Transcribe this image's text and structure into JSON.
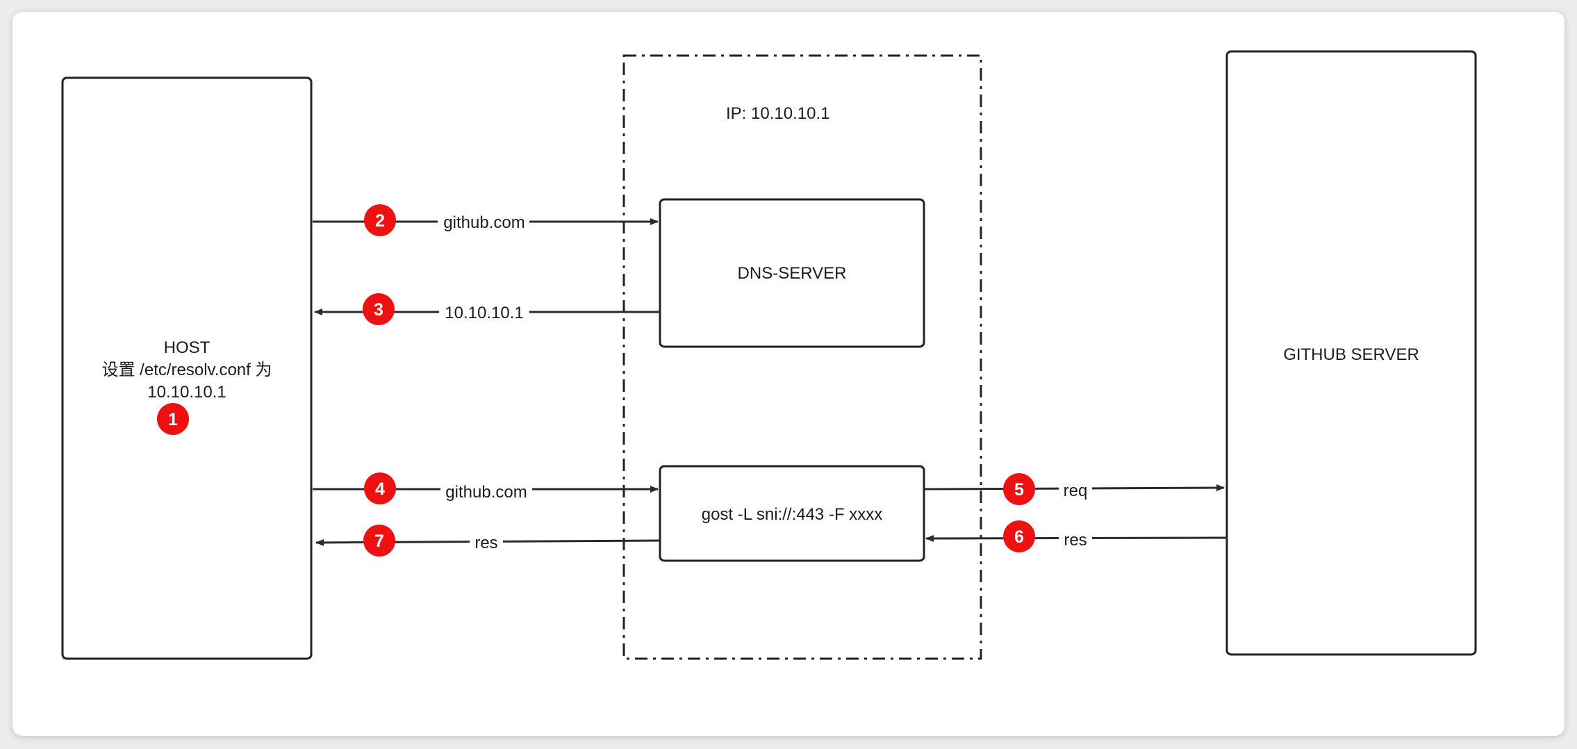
{
  "host": {
    "title": "HOST",
    "subtitle": "设置 /etc/resolv.conf 为",
    "ip": "10.10.10.1",
    "step": "1"
  },
  "proxy_zone": {
    "ip_label": "IP: 10.10.10.1"
  },
  "dns_server": {
    "label": "DNS-SERVER"
  },
  "gost": {
    "label": "gost -L sni://:443 -F xxxx"
  },
  "github_server": {
    "label": "GITHUB SERVER"
  },
  "flows": [
    {
      "step": "2",
      "label": "github.com",
      "direction": "host-to-dns"
    },
    {
      "step": "3",
      "label": "10.10.10.1",
      "direction": "dns-to-host"
    },
    {
      "step": "4",
      "label": "github.com",
      "direction": "host-to-gost"
    },
    {
      "step": "5",
      "label": "req",
      "direction": "gost-to-github"
    },
    {
      "step": "6",
      "label": "res",
      "direction": "github-to-gost"
    },
    {
      "step": "7",
      "label": "res",
      "direction": "gost-to-host"
    }
  ],
  "colors": {
    "badge": "#ee1111",
    "line": "#2a2a2a",
    "box_border": "#222222"
  }
}
